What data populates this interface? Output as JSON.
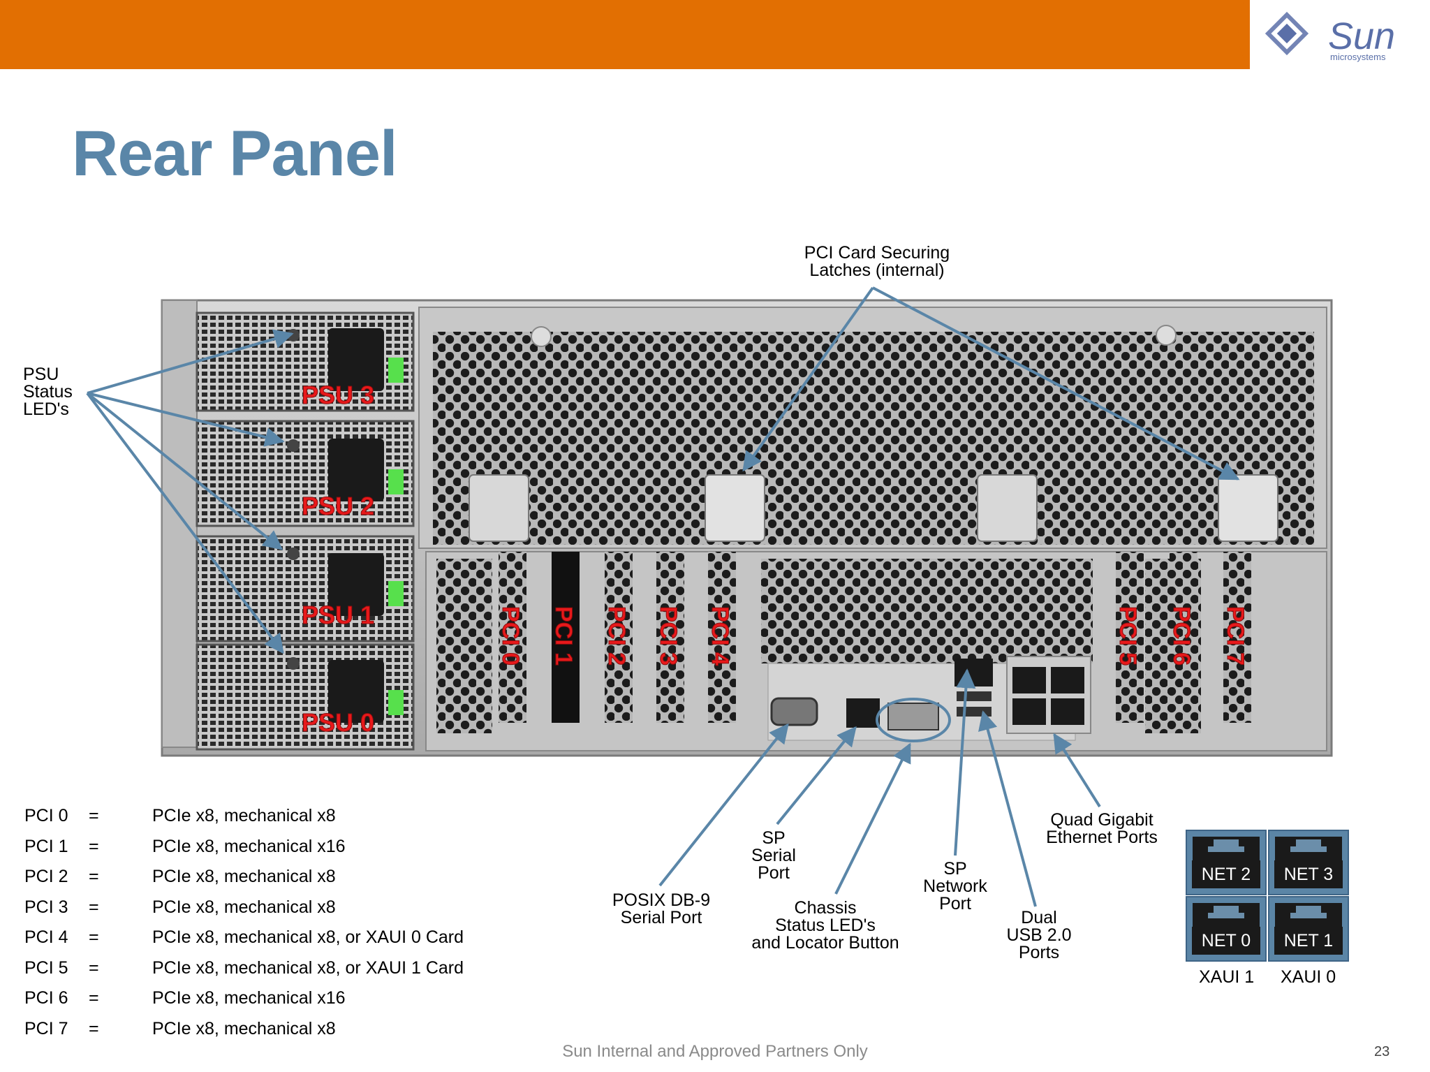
{
  "brand": {
    "logo_text": "Sun",
    "logo_sub": "microsystems"
  },
  "colors": {
    "header_orange": "#e26f02",
    "title_blue": "#5a86a8",
    "arrow_blue": "#5a86a8",
    "label_red": "#e8191b"
  },
  "title": "Rear Panel",
  "callouts": {
    "psu_status": [
      "PSU",
      "Status",
      "LED's"
    ],
    "pci_latches": [
      "PCI Card Securing",
      "Latches (internal)"
    ],
    "posix": [
      "POSIX DB-9",
      "Serial Port"
    ],
    "sp_serial": [
      "SP",
      "Serial",
      "Port"
    ],
    "chassis": [
      "Chassis",
      "Status LED's",
      "and Locator Button"
    ],
    "sp_network": [
      "SP",
      "Network",
      "Port"
    ],
    "usb": [
      "Dual",
      "USB 2.0",
      "Ports"
    ],
    "quad": [
      "Quad Gigabit",
      "Ethernet Ports"
    ]
  },
  "psu_labels": [
    "PSU 3",
    "PSU 2",
    "PSU 1",
    "PSU 0"
  ],
  "pci_labels": [
    "PCI 0",
    "PCI 1",
    "PCI 2",
    "PCI 3",
    "PCI 4",
    "PCI 5",
    "PCI 6",
    "PCI 7"
  ],
  "pci_legend": [
    {
      "slot": "PCI 0",
      "eq": "=",
      "desc": "PCIe x8, mechanical x8"
    },
    {
      "slot": "PCI 1",
      "eq": "=",
      "desc": "PCIe x8, mechanical x16"
    },
    {
      "slot": "PCI 2",
      "eq": "=",
      "desc": "PCIe x8, mechanical x8"
    },
    {
      "slot": "PCI 3",
      "eq": "=",
      "desc": "PCIe x8, mechanical x8"
    },
    {
      "slot": "PCI 4",
      "eq": "=",
      "desc": "PCIe x8, mechanical x8, or XAUI 0 Card"
    },
    {
      "slot": "PCI 5",
      "eq": "=",
      "desc": "PCIe x8, mechanical x8, or XAUI 1 Card"
    },
    {
      "slot": "PCI 6",
      "eq": "=",
      "desc": "PCIe x8, mechanical x16"
    },
    {
      "slot": "PCI 7",
      "eq": "=",
      "desc": "PCIe x8, mechanical x8"
    }
  ],
  "net_ports": [
    "NET 2",
    "NET 3",
    "NET 0",
    "NET 1"
  ],
  "xaui_labels": [
    "XAUI 1",
    "XAUI 0"
  ],
  "footer": "Sun Internal and Approved Partners Only",
  "page_number": "23"
}
